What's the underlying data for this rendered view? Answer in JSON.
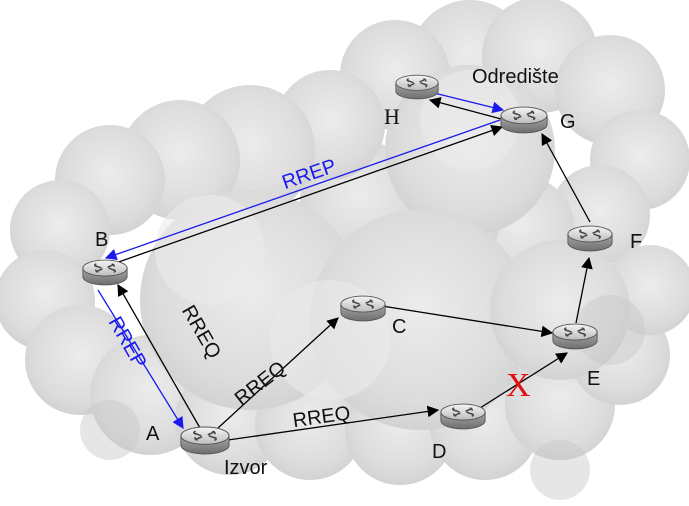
{
  "colors": {
    "cloud_fill": "#d9d9d9",
    "cloud_edge": "#bdbdbd",
    "request_arrow": "#000000",
    "reply_arrow": "#1a1aee",
    "broken_mark": "#e01010"
  },
  "nodes": {
    "A": {
      "name": "A",
      "caption": "Izvor"
    },
    "B": {
      "name": "B"
    },
    "C": {
      "name": "C"
    },
    "D": {
      "name": "D"
    },
    "E": {
      "name": "E"
    },
    "F": {
      "name": "F"
    },
    "G": {
      "name": "G",
      "caption": "Odredište"
    },
    "H": {
      "name": "H"
    }
  },
  "edge_labels": {
    "ab": "RREQ",
    "ac": "RREQ",
    "ad": "RREQ",
    "ba_reply": "RREP",
    "gb_reply": "RREP",
    "de_broken": "X"
  },
  "icon": "router-icon"
}
